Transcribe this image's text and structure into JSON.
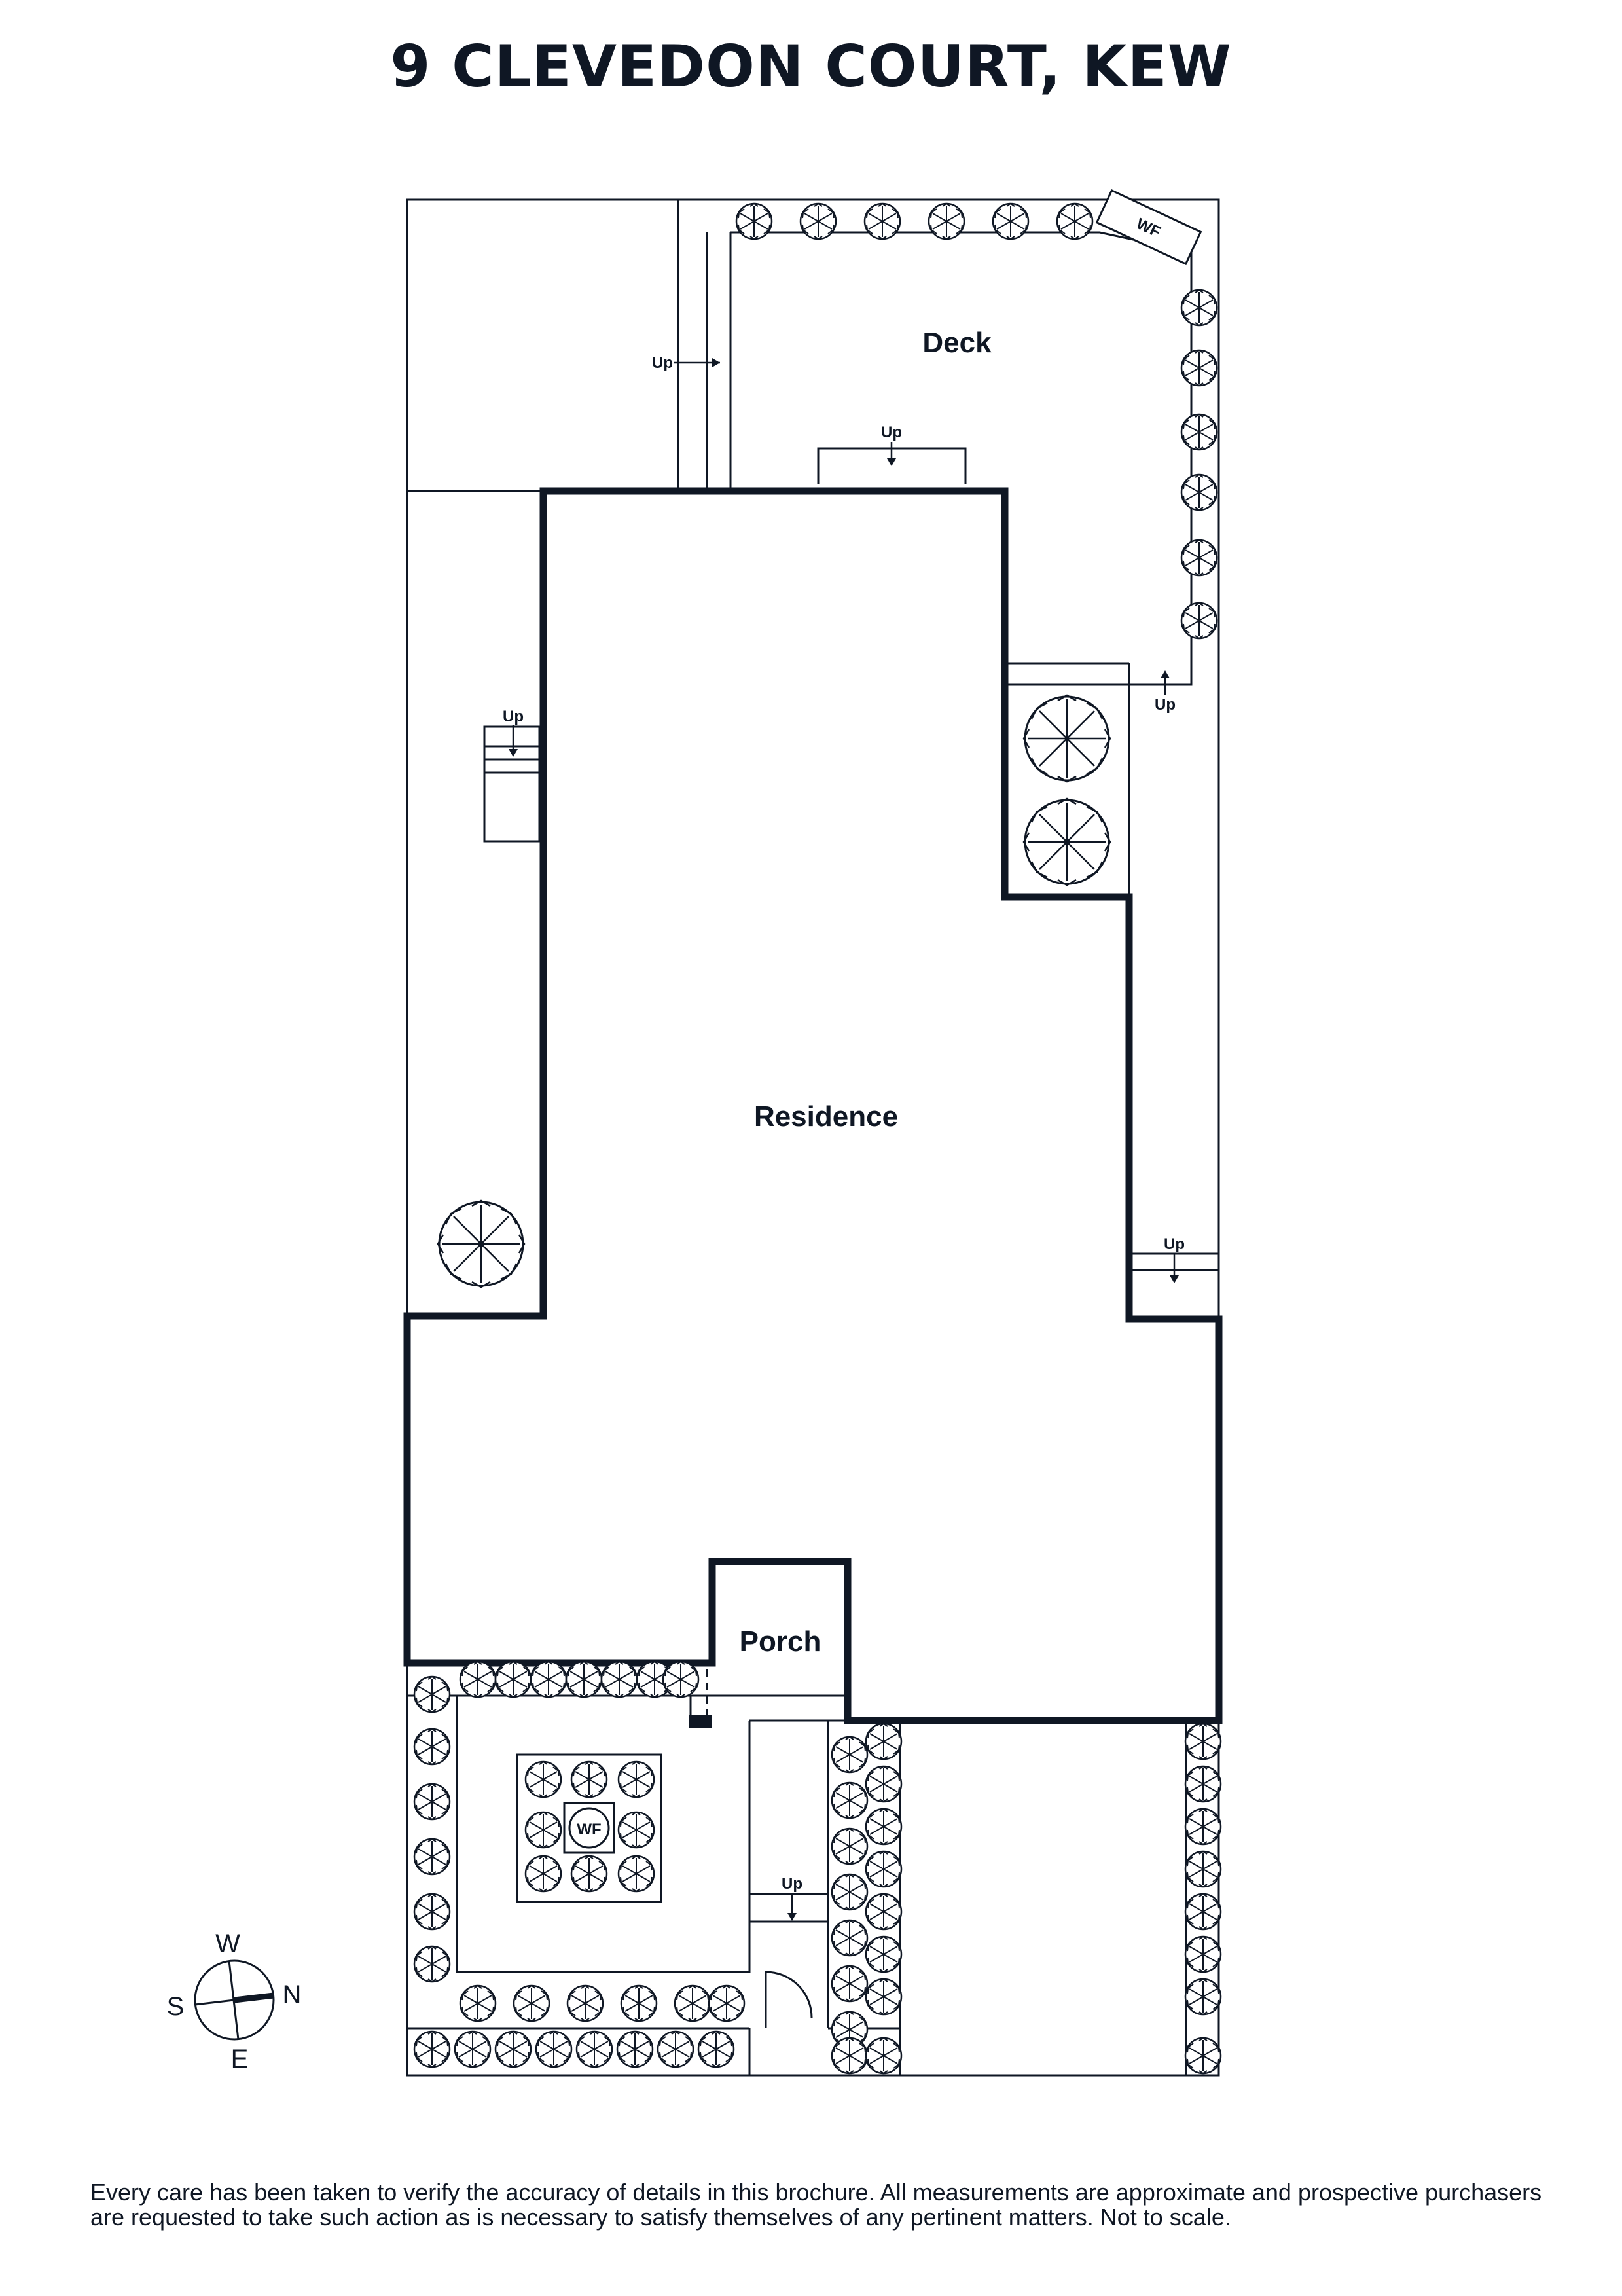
{
  "title": "9 CLEVEDON COURT, KEW",
  "labels": {
    "deck": "Deck",
    "residence": "Residence",
    "porch": "Porch",
    "water_feature": "WF",
    "up": "Up"
  },
  "compass": {
    "north": "N",
    "south": "S",
    "east": "E",
    "west": "W"
  },
  "disclaimer": "Every care has been taken to verify the accuracy of details in this brochure. All measurements are approximate and prospective purchasers are requested to take such action as is necessary to satisfy themselves of any pertinent matters. Not to scale.",
  "colors": {
    "ink": "#0f1724",
    "background": "#ffffff"
  }
}
